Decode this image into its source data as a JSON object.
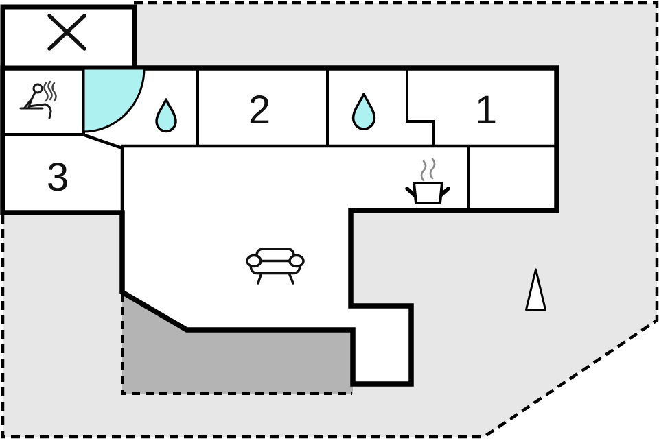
{
  "floor_plan": {
    "rooms": [
      {
        "label": "1"
      },
      {
        "label": "2"
      },
      {
        "label": "3"
      }
    ],
    "icons": [
      {
        "name": "crossed-area-icon"
      },
      {
        "name": "sauna-icon"
      },
      {
        "name": "door-swing"
      },
      {
        "name": "water-droplet-icon"
      },
      {
        "name": "water-droplet-icon"
      },
      {
        "name": "cooking-pot-icon"
      },
      {
        "name": "sofa-icon"
      },
      {
        "name": "tree-icon"
      }
    ],
    "colors": {
      "water": "#aef1f1",
      "plot": "#e7e7e7",
      "terrace": "#b4b4b4",
      "wall": "#000000",
      "steam": "#8a8a8a",
      "background": "#ffffff"
    }
  }
}
